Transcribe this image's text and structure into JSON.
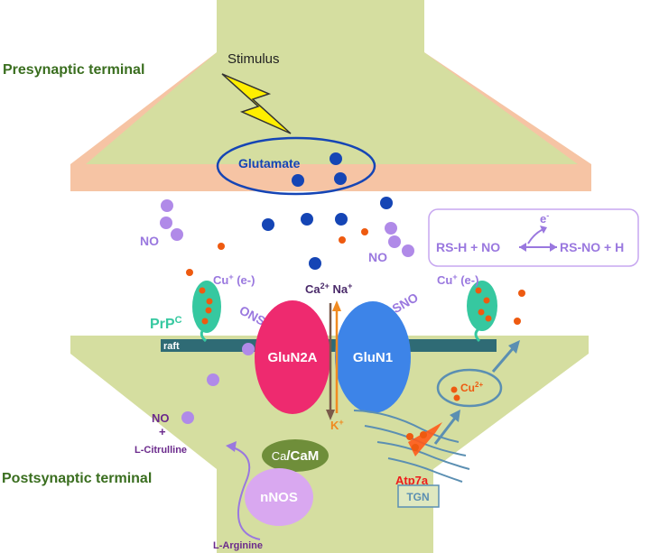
{
  "labels": {
    "presynaptic": "Presynaptic terminal",
    "postsynaptic": "Postsynaptic terminal",
    "stimulus": "Stimulus",
    "glutamate": "Glutamate",
    "no_left": "NO",
    "no_right": "NO",
    "reaction_left": "RS-H + NO",
    "reaction_right": "RS-NO + H",
    "reaction_electron": "e",
    "reaction_electron_sup": "-",
    "ca": "Ca",
    "ca_sup": "2+",
    "na": "Na",
    "na_sup": "+",
    "cu_left": "Cu",
    "cu_left_sup": "+",
    "cu_left_e": " (e-)",
    "cu_right": "Cu",
    "cu_right_sup": "+",
    "cu_right_e": " (e-)",
    "ons": "ONS-",
    "sno": "-SNO",
    "prp": "PrP",
    "prp_sup": "C",
    "raft": "raft",
    "glun2a": "GluN2A",
    "glun1": "GluN1",
    "k": "K",
    "k_sup": "+",
    "cu2": "Cu",
    "cu2_sup": "2+",
    "no_post": "NO",
    "plus": "+",
    "l_citrulline": "L-Citrulline",
    "ca_cam_1": "Ca",
    "ca_cam_2": "/CaM",
    "atp7a": "Atp7a",
    "nnos": "nNOS",
    "l_arginine": "L-Arginine",
    "tgn": "TGN"
  },
  "colors": {
    "membrane_fill": "#d5dea0",
    "presynaptic_edge": "#f6c4a4",
    "raft": "#2f6b75",
    "glun2a": "#ee2a6f",
    "glun1": "#3d84e8",
    "glutamate": "#1545b5",
    "no": "#b08ae8",
    "copper": "#ee5a10",
    "label_green": "#3a6e1f",
    "text_purple": "#9a78df",
    "text_dark_purple": "#6b2a8c",
    "cam": "#6f8e3a",
    "nnos": "#d9a8f0",
    "tgn": "#5b8fb2",
    "atp7a": "#ee1c1c",
    "prp": "#36c8a0",
    "stimulus": "#ffee00"
  }
}
